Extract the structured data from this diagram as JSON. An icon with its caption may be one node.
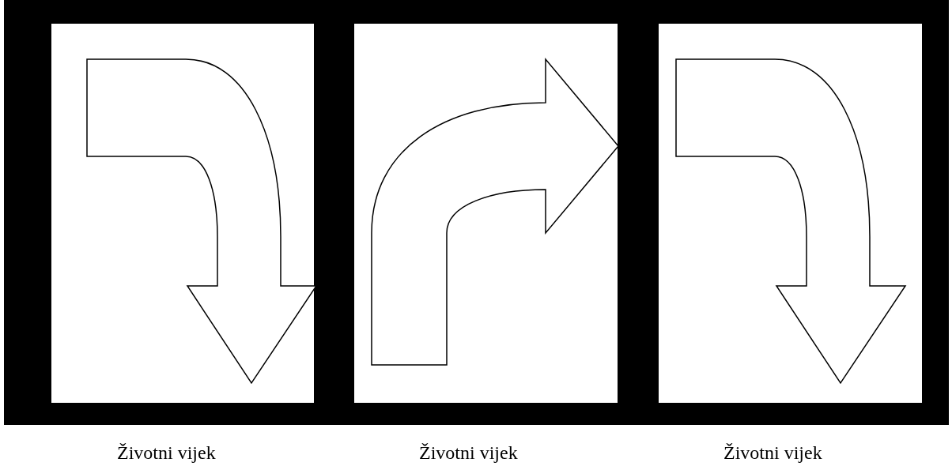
{
  "diagram": {
    "labels": [
      "Životni vijek",
      "Životni vijek",
      "Životni vijek"
    ]
  }
}
